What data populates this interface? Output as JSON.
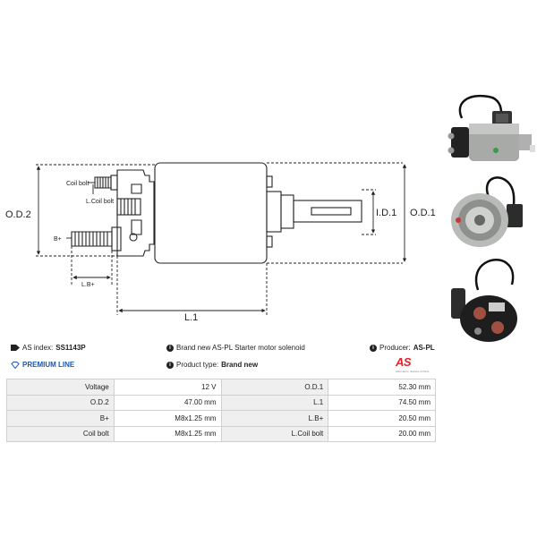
{
  "diagram": {
    "labels": {
      "od2": "O.D.2",
      "od1": "O.D.1",
      "id1": "I.D.1",
      "l1": "L.1",
      "coil_bolt": "Coil bolt",
      "lcoil_bolt": "L.Coil bolt",
      "bplus": "B+",
      "lbplus": "L.B+"
    }
  },
  "photos": [
    {
      "name": "solenoid-side-view"
    },
    {
      "name": "solenoid-front-view"
    },
    {
      "name": "solenoid-terminal-view"
    }
  ],
  "product": {
    "as_index_label": "AS index:",
    "as_index": "SS1143P",
    "premium_line": "PREMIUM LINE",
    "description": "Brand new AS-PL Starter motor solenoid",
    "product_type_label": "Product type:",
    "product_type": "Brand new",
    "producer_label": "Producer:",
    "producer": "AS-PL",
    "logo_text": "AS",
    "logo_subtitle": "Alternators, Starters & Parts"
  },
  "specs": {
    "rows": [
      [
        "Voltage",
        "12 V",
        "O.D.1",
        "52.30 mm"
      ],
      [
        "O.D.2",
        "47.00 mm",
        "L.1",
        "74.50 mm"
      ],
      [
        "B+",
        "M8x1.25 mm",
        "L.B+",
        "20.50 mm"
      ],
      [
        "Coil bolt",
        "M8x1.25 mm",
        "L.Coil bolt",
        "20.00 mm"
      ]
    ]
  },
  "colors": {
    "brand_red": "#e3202b",
    "premium_blue": "#1a56b6"
  }
}
